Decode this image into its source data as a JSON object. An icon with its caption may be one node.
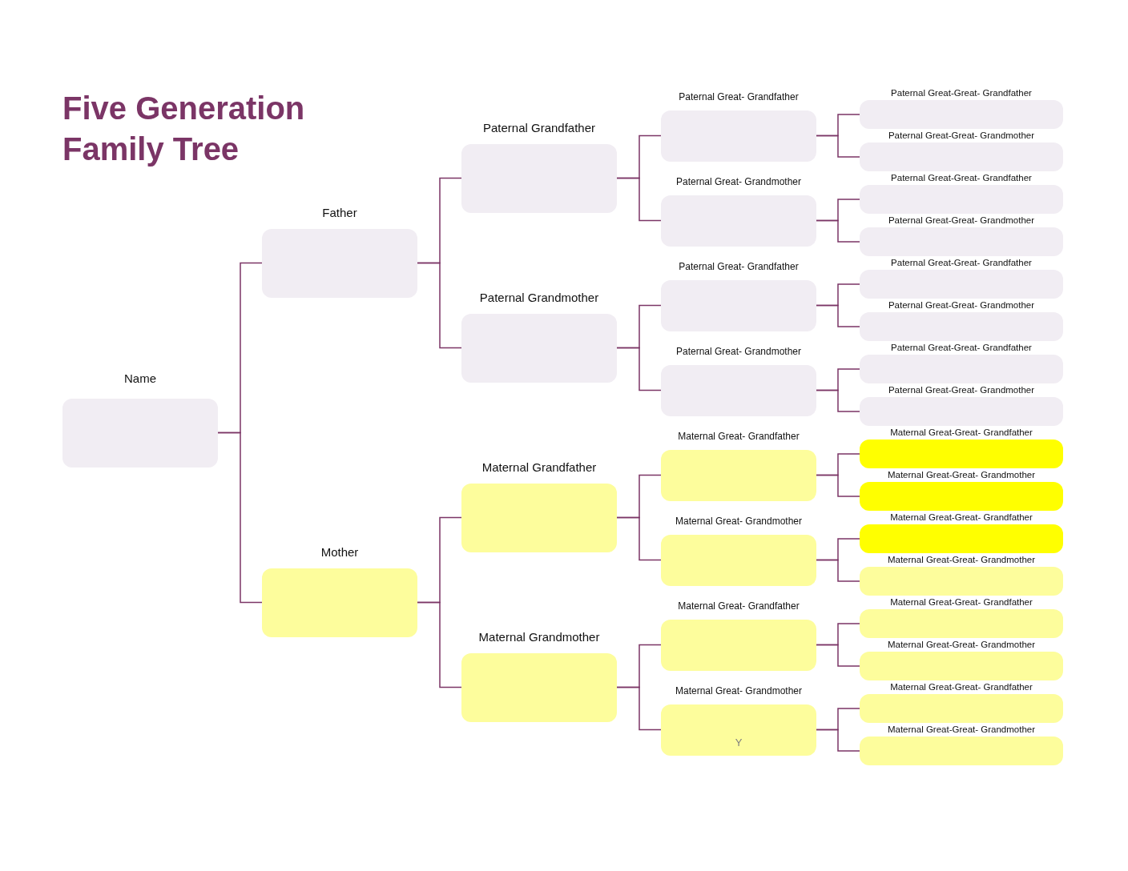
{
  "diagram": {
    "title": "Five Generation Family Tree",
    "nodes": [
      {
        "text": [
          "Name"
        ]
      },
      {
        "text": [
          "Father"
        ]
      },
      {
        "text": [
          "Mother"
        ]
      },
      {
        "text": [
          "Paternal Grandfather"
        ]
      },
      {
        "text": [
          "Paternal Grandmother"
        ]
      },
      {
        "text": [
          "Maternal Grandfather"
        ]
      },
      {
        "text": [
          "Maternal Grandmother"
        ]
      },
      {
        "text": [
          "Paternal Great- Grandfather"
        ]
      },
      {
        "text": [
          "Paternal Great- Grandmother"
        ]
      },
      {
        "text": [
          "Paternal Great- Grandfather"
        ]
      },
      {
        "text": [
          "Paternal Great- Grandmother"
        ]
      },
      {
        "text": [
          "Maternal Great- Grandfather"
        ]
      },
      {
        "text": [
          "Maternal Great- Grandmother"
        ]
      },
      {
        "text": [
          "Maternal Great- Grandfather"
        ]
      },
      {
        "text": [
          "Maternal Great- Grandmother",
          "Y"
        ]
      },
      {
        "text": [
          "Paternal Great-Great- Grandfather"
        ]
      },
      {
        "text": [
          "Paternal Great-Great- Grandmother"
        ]
      },
      {
        "text": [
          "Paternal Great-Great- Grandfather"
        ]
      },
      {
        "text": [
          "Paternal Great-Great- Grandmother"
        ]
      },
      {
        "text": [
          "Paternal Great-Great- Grandfather"
        ]
      },
      {
        "text": [
          "Paternal Great-Great- Grandmother"
        ]
      },
      {
        "text": [
          "Paternal Great-Great- Grandfather"
        ]
      },
      {
        "text": [
          "Paternal Great-Great- Grandmother"
        ]
      },
      {
        "text": [
          "Maternal Great-Great- Grandfather"
        ]
      },
      {
        "text": [
          "Maternal Great-Great- Grandmother"
        ]
      },
      {
        "text": [
          "Maternal Great-Great- Grandfather"
        ]
      },
      {
        "text": [
          "Maternal Great-Great- Grandmother"
        ]
      },
      {
        "text": [
          "Maternal Great-Great- Grandfather"
        ]
      },
      {
        "text": [
          "Maternal Great-Great- Grandmother"
        ]
      },
      {
        "text": [
          "Maternal Great-Great- Grandfather"
        ]
      },
      {
        "text": [
          "Maternal Great-Great- Grandmother"
        ]
      }
    ],
    "edges": [
      {
        "from": 0,
        "to": 1,
        "arrow": "none"
      },
      {
        "from": 0,
        "to": 2,
        "arrow": "none"
      },
      {
        "from": 1,
        "to": 3,
        "arrow": "none"
      },
      {
        "from": 1,
        "to": 4,
        "arrow": "none"
      },
      {
        "from": 2,
        "to": 5,
        "arrow": "none"
      },
      {
        "from": 2,
        "to": 6,
        "arrow": "none"
      },
      {
        "from": 3,
        "to": 7,
        "arrow": "none"
      },
      {
        "from": 3,
        "to": 8,
        "arrow": "none"
      },
      {
        "from": 4,
        "to": 9,
        "arrow": "none"
      },
      {
        "from": 4,
        "to": 10,
        "arrow": "none"
      },
      {
        "from": 5,
        "to": 11,
        "arrow": "none"
      },
      {
        "from": 5,
        "to": 12,
        "arrow": "none"
      },
      {
        "from": 6,
        "to": 13,
        "arrow": "none"
      },
      {
        "from": 6,
        "to": 14,
        "arrow": "none"
      },
      {
        "from": 7,
        "to": 15,
        "arrow": "none"
      },
      {
        "from": 7,
        "to": 16,
        "arrow": "none"
      },
      {
        "from": 8,
        "to": 17,
        "arrow": "none"
      },
      {
        "from": 8,
        "to": 18,
        "arrow": "none"
      },
      {
        "from": 9,
        "to": 19,
        "arrow": "none"
      },
      {
        "from": 9,
        "to": 20,
        "arrow": "none"
      },
      {
        "from": 10,
        "to": 21,
        "arrow": "none"
      },
      {
        "from": 10,
        "to": 22,
        "arrow": "none"
      },
      {
        "from": 11,
        "to": 23,
        "arrow": "none"
      },
      {
        "from": 11,
        "to": 24,
        "arrow": "none"
      },
      {
        "from": 12,
        "to": 25,
        "arrow": "none"
      },
      {
        "from": 12,
        "to": 26,
        "arrow": "none"
      },
      {
        "from": 13,
        "to": 27,
        "arrow": "none"
      },
      {
        "from": 13,
        "to": 28,
        "arrow": "none"
      },
      {
        "from": 14,
        "to": 29,
        "arrow": "none"
      },
      {
        "from": 14,
        "to": 30,
        "arrow": "none"
      }
    ]
  }
}
